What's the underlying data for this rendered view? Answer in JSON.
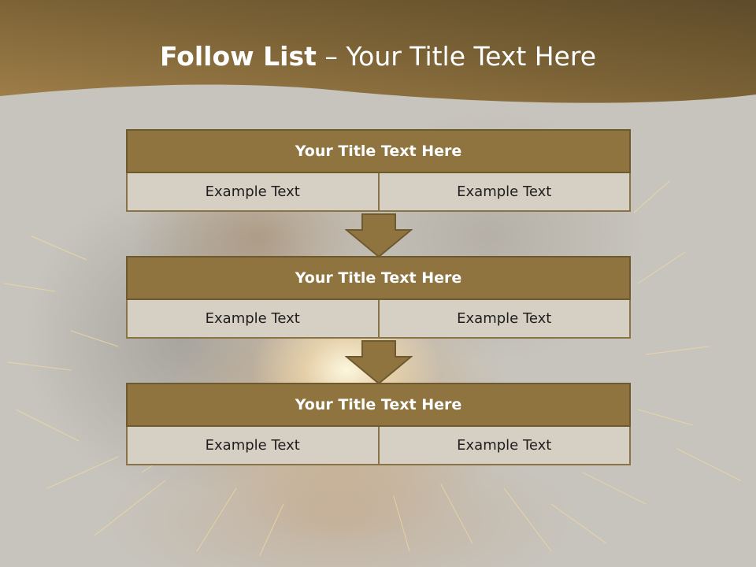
{
  "slide": {
    "title_bold": "Follow List",
    "title_rest": "– Your Title Text Here"
  },
  "blocks": [
    {
      "title": "Your Title Text Here",
      "left": "Example Text",
      "right": "Example Text"
    },
    {
      "title": "Your Title Text Here",
      "left": "Example Text",
      "right": "Example Text"
    },
    {
      "title": "Your Title Text Here",
      "left": "Example Text",
      "right": "Example Text"
    }
  ],
  "colors": {
    "header_band": "#8a6d3f",
    "block_header": "#8f7440",
    "cell_fill": "#d6cfc4",
    "background": "#c7c4bd"
  }
}
